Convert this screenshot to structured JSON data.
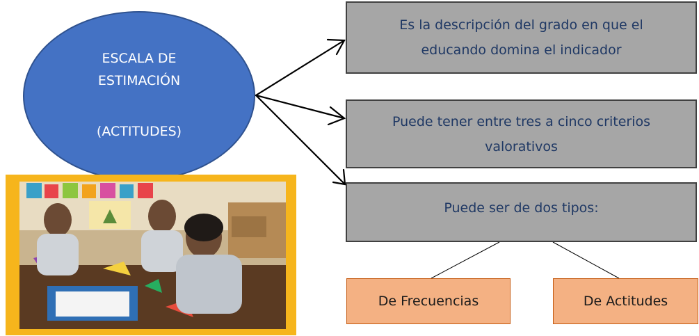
{
  "ellipse": {
    "line1": "ESCALA DE",
    "line2": "ESTIMACIÓN",
    "line3": "(ACTITUDES)"
  },
  "boxes": [
    {
      "line1": "Es la descripción del grado en que el",
      "line2": "educando domina el indicador"
    },
    {
      "line1": "Puede tener entre tres a cinco criterios",
      "line2": "valorativos"
    },
    {
      "line1": "Puede ser de dos tipos:"
    }
  ],
  "types": [
    {
      "label": "De Frecuencias"
    },
    {
      "label": "De Actitudes"
    }
  ],
  "colors": {
    "ellipse": "#4472c4",
    "gray_box": "#a6a6a6",
    "orange_box": "#f4b183",
    "photo_frame": "#f6b51c",
    "box_text": "#1f3864"
  }
}
